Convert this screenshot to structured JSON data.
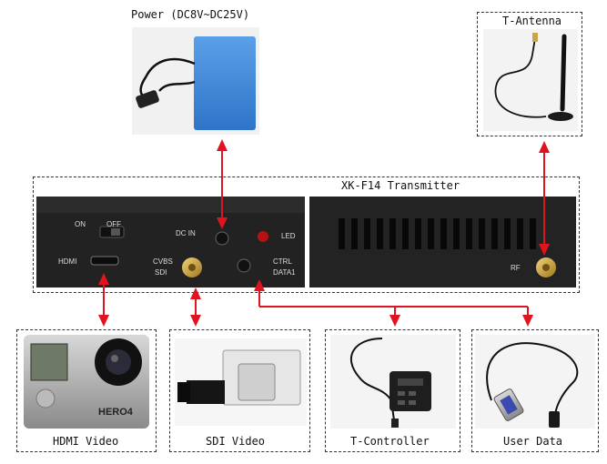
{
  "title": "XK-F14 Transmitter",
  "power": {
    "label": "Power (DC8V~DC25V)"
  },
  "antenna": {
    "label": "T-Antenna"
  },
  "panel": {
    "on": "ON",
    "off": "OFF",
    "dc_in": "DC IN",
    "led": "LED",
    "hdmi": "HDMI",
    "cvbs": "CVBS",
    "sdi": "SDI",
    "ctrl": "CTRL",
    "data": "DATA1",
    "rf": "RF"
  },
  "devices": [
    {
      "label": "HDMI Video"
    },
    {
      "label": "SDI Video"
    },
    {
      "label": "T-Controller"
    },
    {
      "label": "User Data"
    }
  ],
  "camera_brand": "HERO4",
  "colors": {
    "arrow": "#e0141e",
    "battery": "#3b82d6",
    "device": "#1c1c1c"
  }
}
